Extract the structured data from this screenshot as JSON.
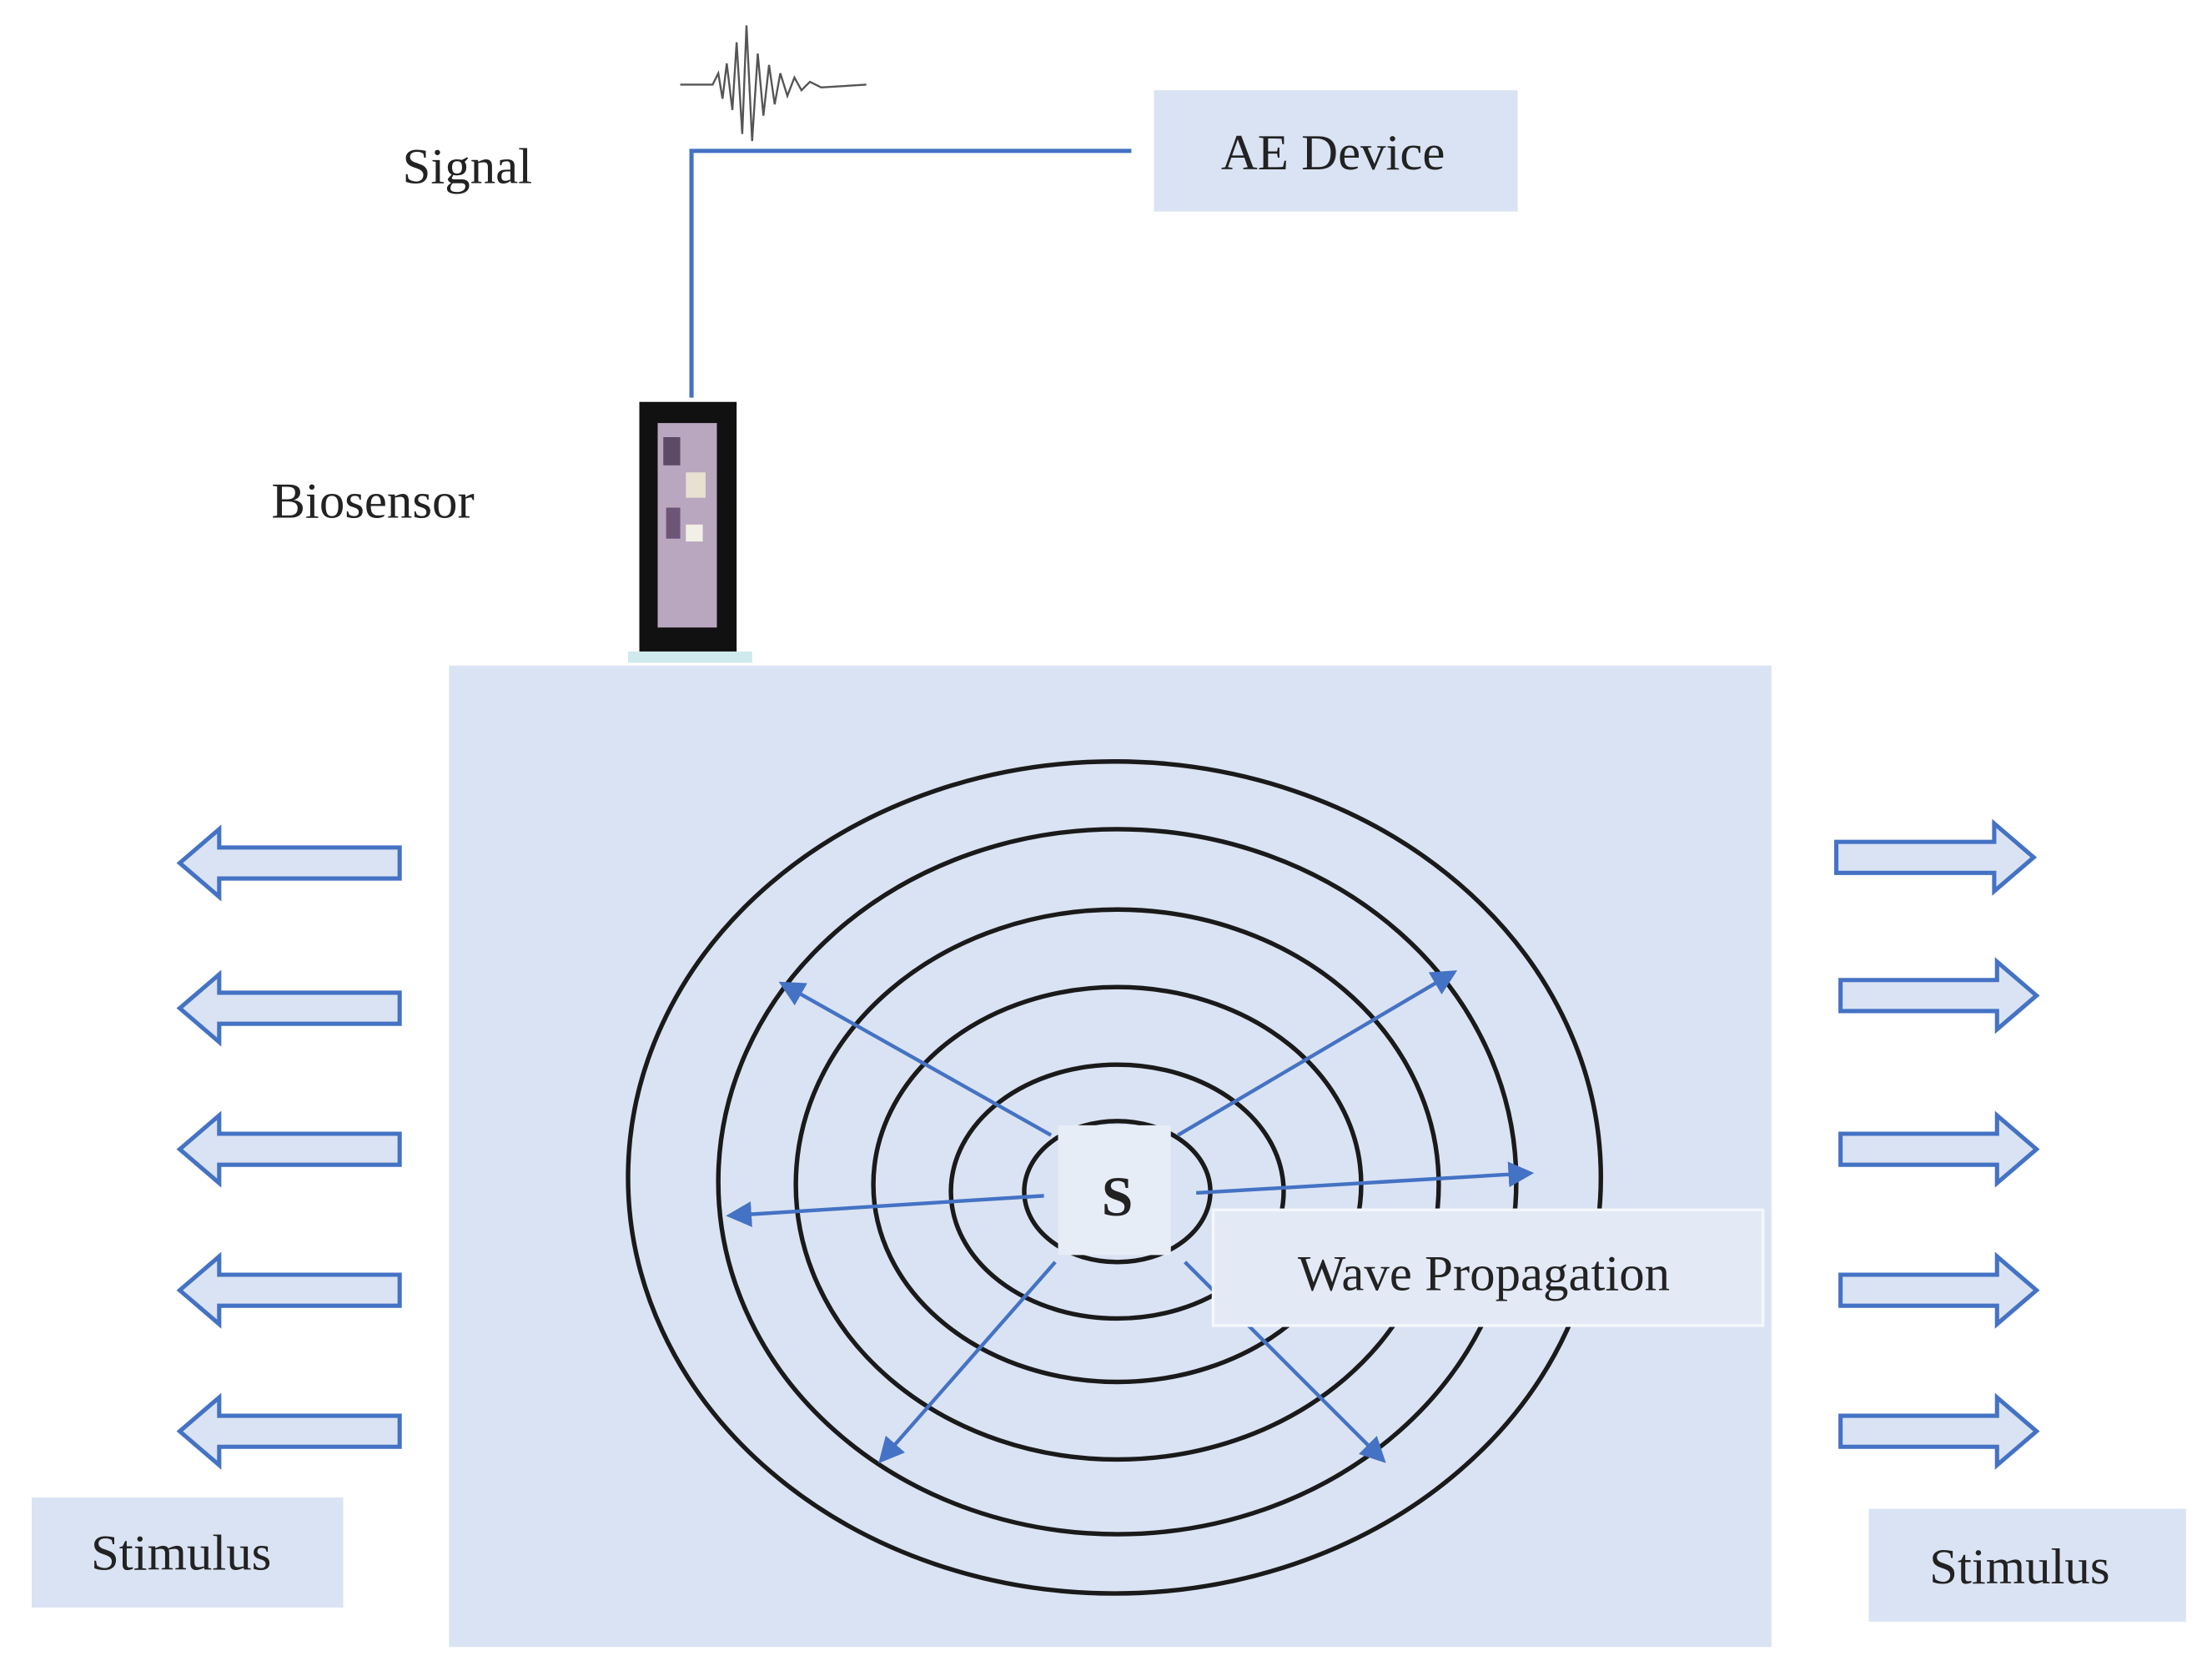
{
  "labels": {
    "signal": "Signal",
    "ae_device": "AE Device",
    "biosensor": "Biosensor",
    "source": "S",
    "wave_propagation": "Wave Propagation",
    "stimulus_left": "Stimulus",
    "stimulus_right": "Stimulus"
  },
  "colors": {
    "panel": "#dae3f3",
    "accent": "#4472c4",
    "rings": "#1a1a1a"
  },
  "icons": [
    "signal-waveform-icon",
    "biosensor-icon",
    "stimulus-arrow-left-icon",
    "stimulus-arrow-right-icon"
  ]
}
